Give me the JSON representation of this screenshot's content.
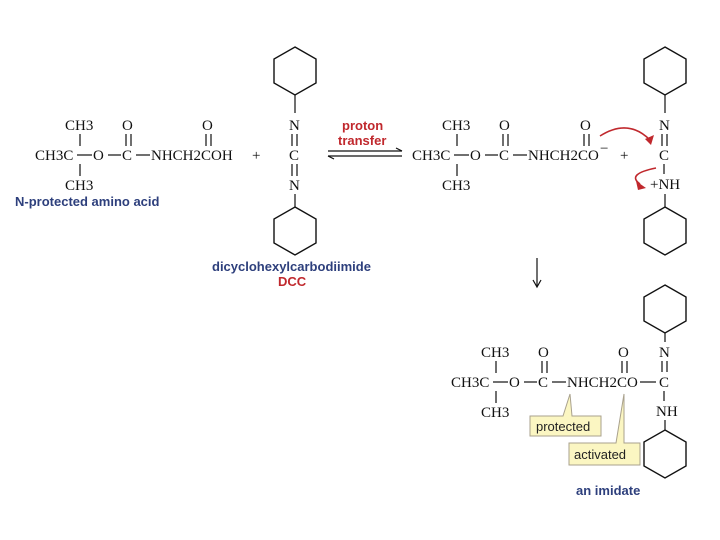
{
  "colors": {
    "text": "#111111",
    "accent_blue": "#2d3f7c",
    "accent_red": "#c0282d",
    "callout_fill": "#fbf6c2",
    "callout_stroke": "#a9a18d"
  },
  "reactant": {
    "top_ch3": "CH3",
    "chain_left": "CH3C",
    "chain_o": "O",
    "chain_c": "C",
    "chain_rest": "NHCH2COH",
    "bottom_ch3": "CH3",
    "carbonyl_o1": "O",
    "carbonyl_o2": "O",
    "name": "N-protected amino acid"
  },
  "plus_1": "+",
  "plus_2": "+",
  "dcc": {
    "n_top": "N",
    "c_mid": "C",
    "n_bottom": "N",
    "name": "dicyclohexylcarbodiimide",
    "abbrev": "DCC"
  },
  "arrow_label": {
    "line1": "proton",
    "line2": "transfer"
  },
  "intermediate": {
    "top_ch3": "CH3",
    "chain_left": "CH3C",
    "chain_o": "O",
    "chain_c": "C",
    "chain_rest": "NHCH2CO",
    "charge": "−",
    "bottom_ch3": "CH3",
    "carbonyl_o1": "O",
    "carbonyl_o2": "O",
    "n_top": "N",
    "c_mid": "C",
    "nh_plus": "+NH"
  },
  "product": {
    "top_ch3": "CH3",
    "chain_left": "CH3C",
    "chain_o": "O",
    "chain_c": "C",
    "chain_mid": "NHCH2CO",
    "chain_c2": "C",
    "bottom_ch3": "CH3",
    "carbonyl_o1": "O",
    "carbonyl_o2": "O",
    "n_top": "N",
    "nh": "NH",
    "callout_protected": "protected",
    "callout_activated": "activated",
    "name": "an imidate"
  }
}
